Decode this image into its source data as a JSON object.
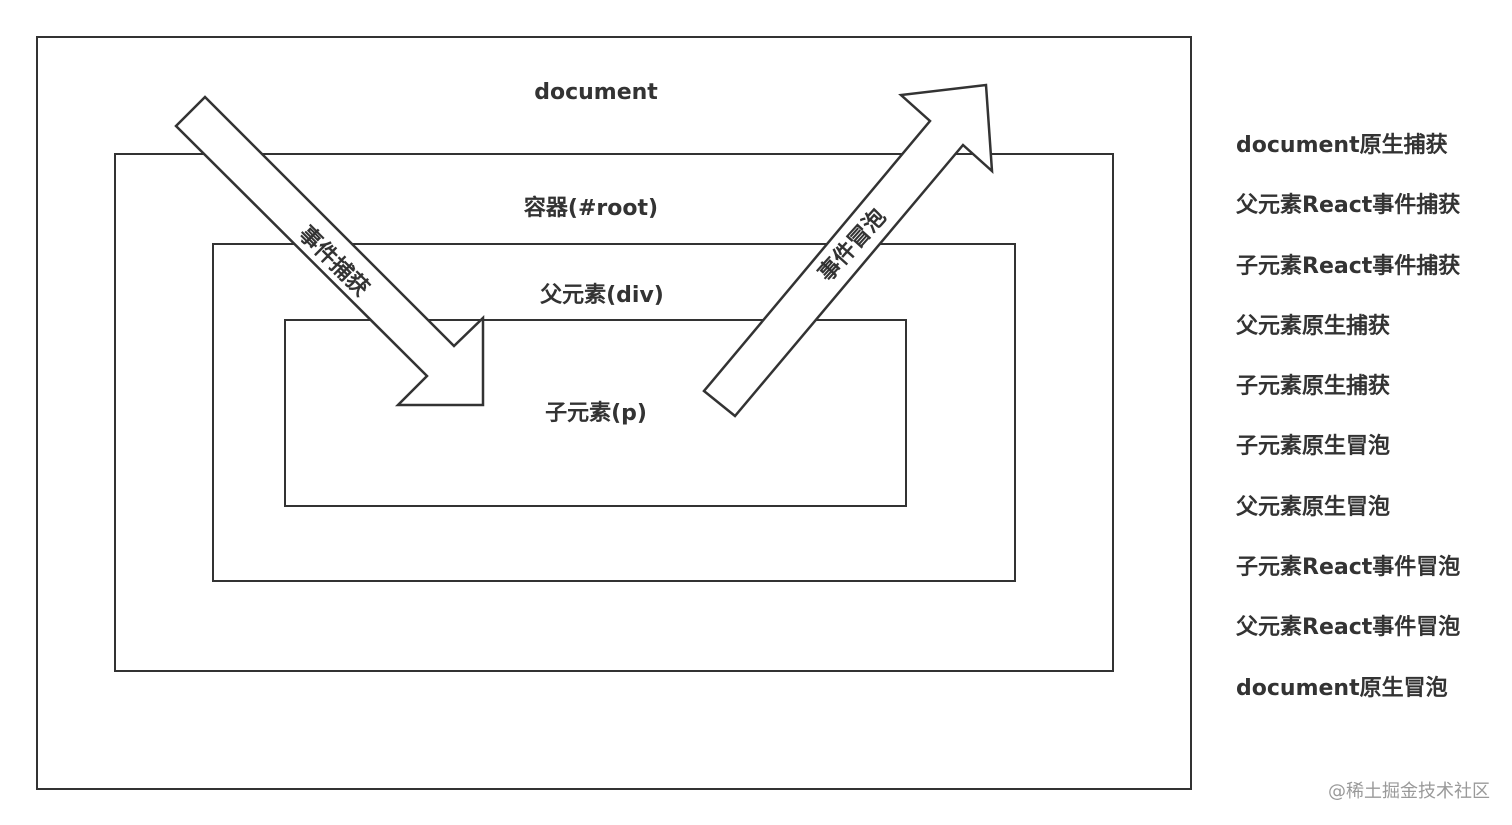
{
  "diagram": {
    "layers": {
      "document": "document",
      "root": "容器(#root)",
      "parent": "父元素(div)",
      "child": "子元素(p)"
    },
    "arrows": {
      "capture": "事件捕获",
      "bubble": "事件冒泡"
    }
  },
  "execution_order": [
    "document原生捕获",
    "父元素React事件捕获",
    "子元素React事件捕获",
    "父元素原生捕获",
    "子元素原生捕获",
    "子元素原生冒泡",
    "父元素原生冒泡",
    "子元素React事件冒泡",
    "父元素React事件冒泡",
    "document原生冒泡"
  ],
  "watermark": "@稀土掘金技术社区"
}
